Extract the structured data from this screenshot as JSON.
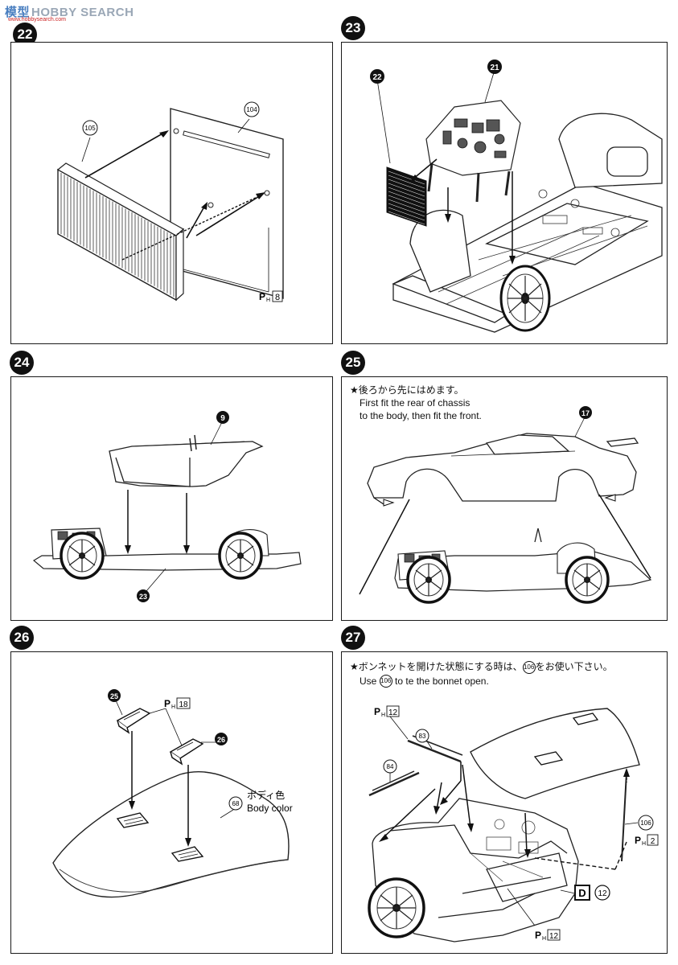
{
  "watermark": {
    "cn": "模型",
    "brand": "HOBBY SEARCH",
    "sub": "www.hobbysearch.com"
  },
  "steps": [
    {
      "number": "22"
    },
    {
      "number": "23"
    },
    {
      "number": "24"
    },
    {
      "number": "25"
    },
    {
      "number": "26"
    },
    {
      "number": "27"
    }
  ],
  "panel22": {
    "parts": [
      "105",
      "104"
    ],
    "paint_prefix": "P",
    "paint_sub": "H",
    "paint_code": "8"
  },
  "panel23": {
    "parts": [
      "22",
      "21"
    ]
  },
  "panel24": {
    "parts": [
      "9",
      "23"
    ]
  },
  "panel25": {
    "note_jp": "★後ろから先にはめます。",
    "note_en1": "First fit the rear of chassis",
    "note_en2": "to the body, then fit the front.",
    "parts": [
      "17"
    ]
  },
  "panel26": {
    "parts": [
      "25",
      "26",
      "68"
    ],
    "paint_prefix": "P",
    "paint_sub": "H",
    "paint_code": "18",
    "color_jp": "ボディ色",
    "color_en": "Body color"
  },
  "panel27": {
    "note_jp_before": "★ボンネットを開けた状態にする時は、",
    "note_jp_part": "106",
    "note_jp_after": "をお使い下さい。",
    "note_en_before": "Use",
    "note_en_part": "106",
    "note_en_after": "to te the bonnet open.",
    "parts": [
      "83",
      "84",
      "106"
    ],
    "paint_top_prefix": "P",
    "paint_top_sub": "H",
    "paint_top_code": "12",
    "paint_right_prefix": "P",
    "paint_right_sub": "H",
    "paint_right_code": "2",
    "paint_bottom_prefix": "P",
    "paint_bottom_sub": "H",
    "paint_bottom_code": "12",
    "decal_letter": "D",
    "decal_code": "12"
  }
}
